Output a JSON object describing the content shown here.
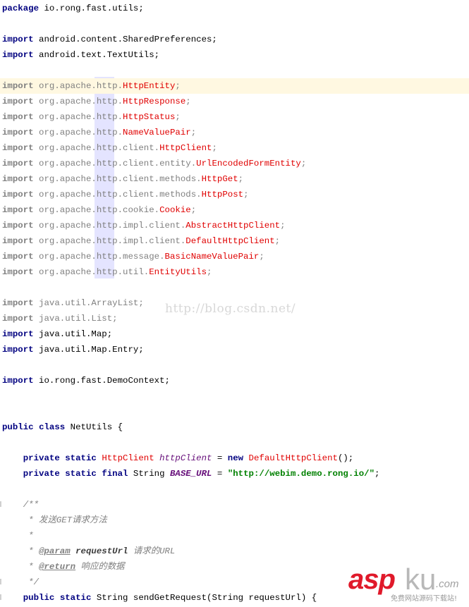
{
  "editor": {
    "package_line": {
      "keyword": "package",
      "name": " io.rong.fast.utils;"
    },
    "android_imports": [
      {
        "keyword": "import",
        "path": " android.content.SharedPreferences;"
      },
      {
        "keyword": "import",
        "path": " android.text.TextUtils;"
      }
    ],
    "apache_imports": [
      {
        "keyword": "import",
        "prefix": " org.apache.http.",
        "cls": "HttpEntity",
        "suffix": ";"
      },
      {
        "keyword": "import",
        "prefix": " org.apache.http.",
        "cls": "HttpResponse",
        "suffix": ";"
      },
      {
        "keyword": "import",
        "prefix": " org.apache.http.",
        "cls": "HttpStatus",
        "suffix": ";"
      },
      {
        "keyword": "import",
        "prefix": " org.apache.http.",
        "cls": "NameValuePair",
        "suffix": ";"
      },
      {
        "keyword": "import",
        "prefix": " org.apache.http.client.",
        "cls": "HttpClient",
        "suffix": ";"
      },
      {
        "keyword": "import",
        "prefix": " org.apache.http.client.entity.",
        "cls": "UrlEncodedFormEntity",
        "suffix": ";"
      },
      {
        "keyword": "import",
        "prefix": " org.apache.http.client.methods.",
        "cls": "HttpGet",
        "suffix": ";"
      },
      {
        "keyword": "import",
        "prefix": " org.apache.http.client.methods.",
        "cls": "HttpPost",
        "suffix": ";"
      },
      {
        "keyword": "import",
        "prefix": " org.apache.http.cookie.",
        "cls": "Cookie",
        "suffix": ";"
      },
      {
        "keyword": "import",
        "prefix": " org.apache.http.impl.client.",
        "cls": "AbstractHttpClient",
        "suffix": ";"
      },
      {
        "keyword": "import",
        "prefix": " org.apache.http.impl.client.",
        "cls": "DefaultHttpClient",
        "suffix": ";"
      },
      {
        "keyword": "import",
        "prefix": " org.apache.http.message.",
        "cls": "BasicNameValuePair",
        "suffix": ";"
      },
      {
        "keyword": "import",
        "prefix": " org.apache.http.util.",
        "cls": "EntityUtils",
        "suffix": ";"
      }
    ],
    "java_imports": [
      {
        "keyword": "import",
        "path": " java.util.ArrayList;"
      },
      {
        "keyword": "import",
        "path": " java.util.List;"
      },
      {
        "keyword": "import",
        "path": " java.util.Map;"
      },
      {
        "keyword": "import",
        "path": " java.util.Map.Entry;"
      }
    ],
    "local_import": {
      "keyword": "import",
      "path": " io.rong.fast.DemoContext;"
    },
    "class_decl": {
      "kw1": "public",
      "kw2": "class",
      "name": " NetUtils {"
    },
    "field1": {
      "kw1": "private",
      "kw2": "static",
      "type": "HttpClient",
      "name": "httpClient",
      "eq": " = ",
      "kw_new": "new",
      "init": " DefaultHttpClient",
      "end": "();"
    },
    "field2": {
      "kw1": "private",
      "kw2": "static",
      "kw3": "final",
      "type": " String ",
      "name": "BASE_URL",
      "eq": " = ",
      "value": "\"http://webim.demo.rong.io/\"",
      "end": ";"
    },
    "javadoc": {
      "open": "/**",
      "summary": " * 发送GET请求方法",
      "blank": " *",
      "param_star": " * ",
      "param_tag": "@param",
      "param_name": "requestUrl",
      "param_desc": " 请求的URL",
      "return_star": " * ",
      "return_tag": "@return",
      "return_desc": " 响应的数据",
      "close": " */"
    },
    "method_decl": {
      "kw1": "public",
      "kw2": "static",
      "sig": " String sendGetRequest(String requestUrl) {"
    }
  },
  "watermark": "http://blog.csdn.net/",
  "logo": {
    "main": "asp",
    "ku": "ku",
    "com": ".com",
    "sub": "免费网站源码下载站!"
  },
  "colors": {
    "keyword": "#000080",
    "class_ref": "#e00000",
    "string": "#008000",
    "field": "#660e7a",
    "comment": "#808080",
    "current_line": "#fff8e1",
    "column_highlight": "#e4e4ff"
  }
}
